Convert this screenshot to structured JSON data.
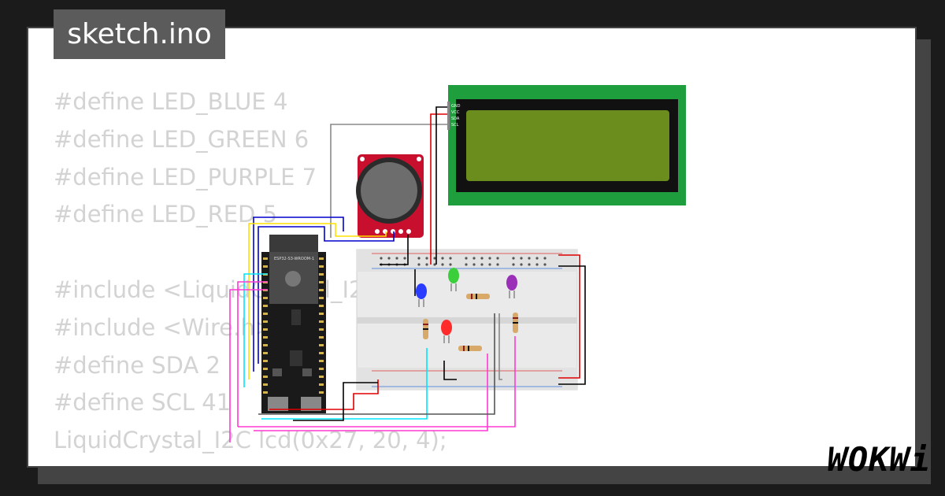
{
  "header": {
    "filename": "sketch.ino"
  },
  "code_lines": [
    "#define LED_BLUE 4",
    "#define LED_GREEN 6",
    "#define LED_PURPLE 7",
    "#define LED_RED 5",
    "",
    "#include <LiquidCrystal_I2C.h>",
    "#include <Wire.h>",
    "#define SDA 2",
    "#define SCL 41",
    "LiquidCrystal_I2C lcd(0x27, 20, 4);"
  ],
  "lcd": {
    "pins": [
      "GND",
      "VCC",
      "SDA",
      "SCL"
    ]
  },
  "esp32": {
    "label": "ESP32-S3-WROOM-1"
  },
  "colors": {
    "lcd_board": "#1e9e3c",
    "lcd_screen": "#6a8d1d",
    "joystick_board": "#c8102e",
    "led_blue": "#2a3cff",
    "led_green": "#3ccf3c",
    "led_purple": "#9b2fb8",
    "led_red": "#ff2a2a",
    "wire_cyan": "#00e5ff",
    "wire_magenta": "#ff3ad3",
    "wire_yellow": "#ffe000",
    "wire_blue": "#0000cc",
    "wire_red": "#e00000"
  },
  "brand": {
    "name": "WOKWi"
  }
}
